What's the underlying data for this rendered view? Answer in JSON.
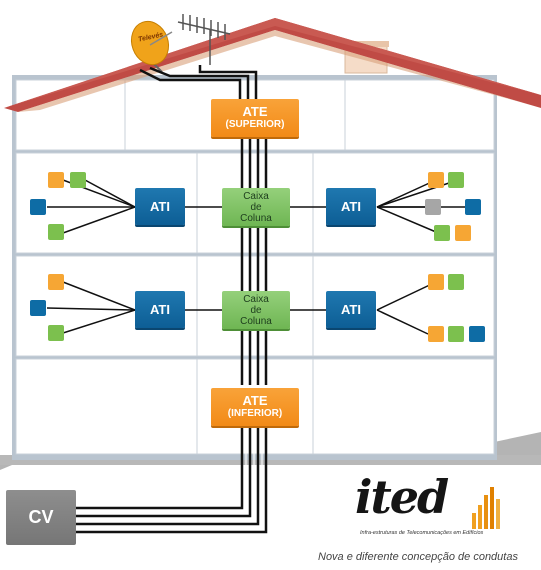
{
  "colors": {
    "ate": "#f28a17",
    "ati": "#0d5e95",
    "caixa": "#6fb653",
    "cv": "#7f7f7f",
    "roof": "#c04b45",
    "orange_outlet": "#f6a634",
    "green_outlet": "#7cc04e",
    "blue_outlet": "#0e6ca5",
    "gray_outlet": "#a6a6a6"
  },
  "ate_superior": {
    "title": "ATE",
    "subtitle": "(SUPERIOR)"
  },
  "ate_inferior": {
    "title": "ATE",
    "subtitle": "(INFERIOR)"
  },
  "floors": [
    {
      "caixa": [
        "Caixa",
        "de",
        "Coluna"
      ],
      "ati_left": "ATI",
      "ati_right": "ATI",
      "left_outlets": [
        "orange",
        "green",
        "blue",
        "green"
      ],
      "right_outlets": [
        "orange",
        "green",
        "gray",
        "blue",
        "green",
        "orange"
      ]
    },
    {
      "caixa": [
        "Caixa",
        "de",
        "Coluna"
      ],
      "ati_left": "ATI",
      "ati_right": "ATI",
      "left_outlets": [
        "orange",
        "blue",
        "green"
      ],
      "right_outlets": [
        "orange",
        "green",
        "orange",
        "green",
        "blue"
      ]
    }
  ],
  "cv": {
    "label": "CV"
  },
  "dish": {
    "brand": "Televés"
  },
  "logo": {
    "text": "ited",
    "subtitle": "Infra-estruturas de Telecomunicações em Edifícios"
  },
  "caption": "Nova e diferente concepção de condutas"
}
